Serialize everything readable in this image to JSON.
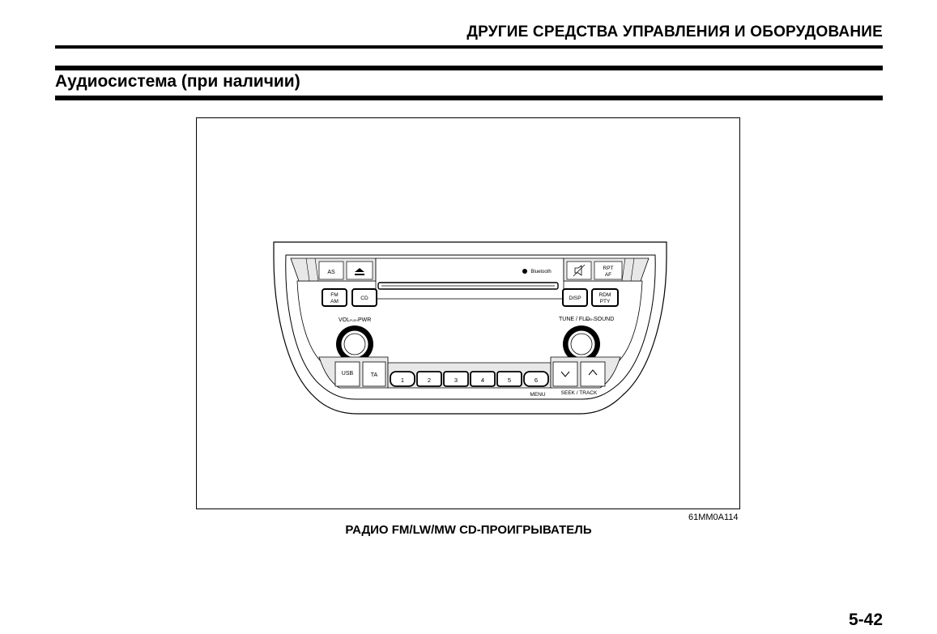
{
  "header": {
    "chapter_title": "ДРУГИЕ СРЕДСТВА УПРАВЛЕНИЯ И ОБОРУДОВАНИЕ"
  },
  "section": {
    "title": "Аудиосистема (при наличии)"
  },
  "figure": {
    "code": "61MM0A114",
    "caption": "РАДИО FM/LW/MW CD-ПРОИГРЫВАТЕЛЬ",
    "labels": {
      "as": "AS",
      "bluetooth": "Bluetooth",
      "rpt": "RPT",
      "af": "AF",
      "fm": "FM",
      "am": "AM",
      "cd": "CD",
      "disp": "DISP",
      "rdm": "RDM",
      "pty": "PTY",
      "vol": "VOL",
      "push_left": "PUSH",
      "pwr": "PWR",
      "tune_fld": "TUNE / FLD",
      "push_right": "PUSH",
      "sound": "SOUND",
      "usb": "USB",
      "ta": "TA",
      "preset1": "1",
      "preset2": "2",
      "preset3": "3",
      "preset4": "4",
      "preset5": "5",
      "preset6": "6",
      "menu": "MENU",
      "seek_track": "SEEK / TRACK"
    }
  },
  "footer": {
    "page_number": "5-42"
  }
}
